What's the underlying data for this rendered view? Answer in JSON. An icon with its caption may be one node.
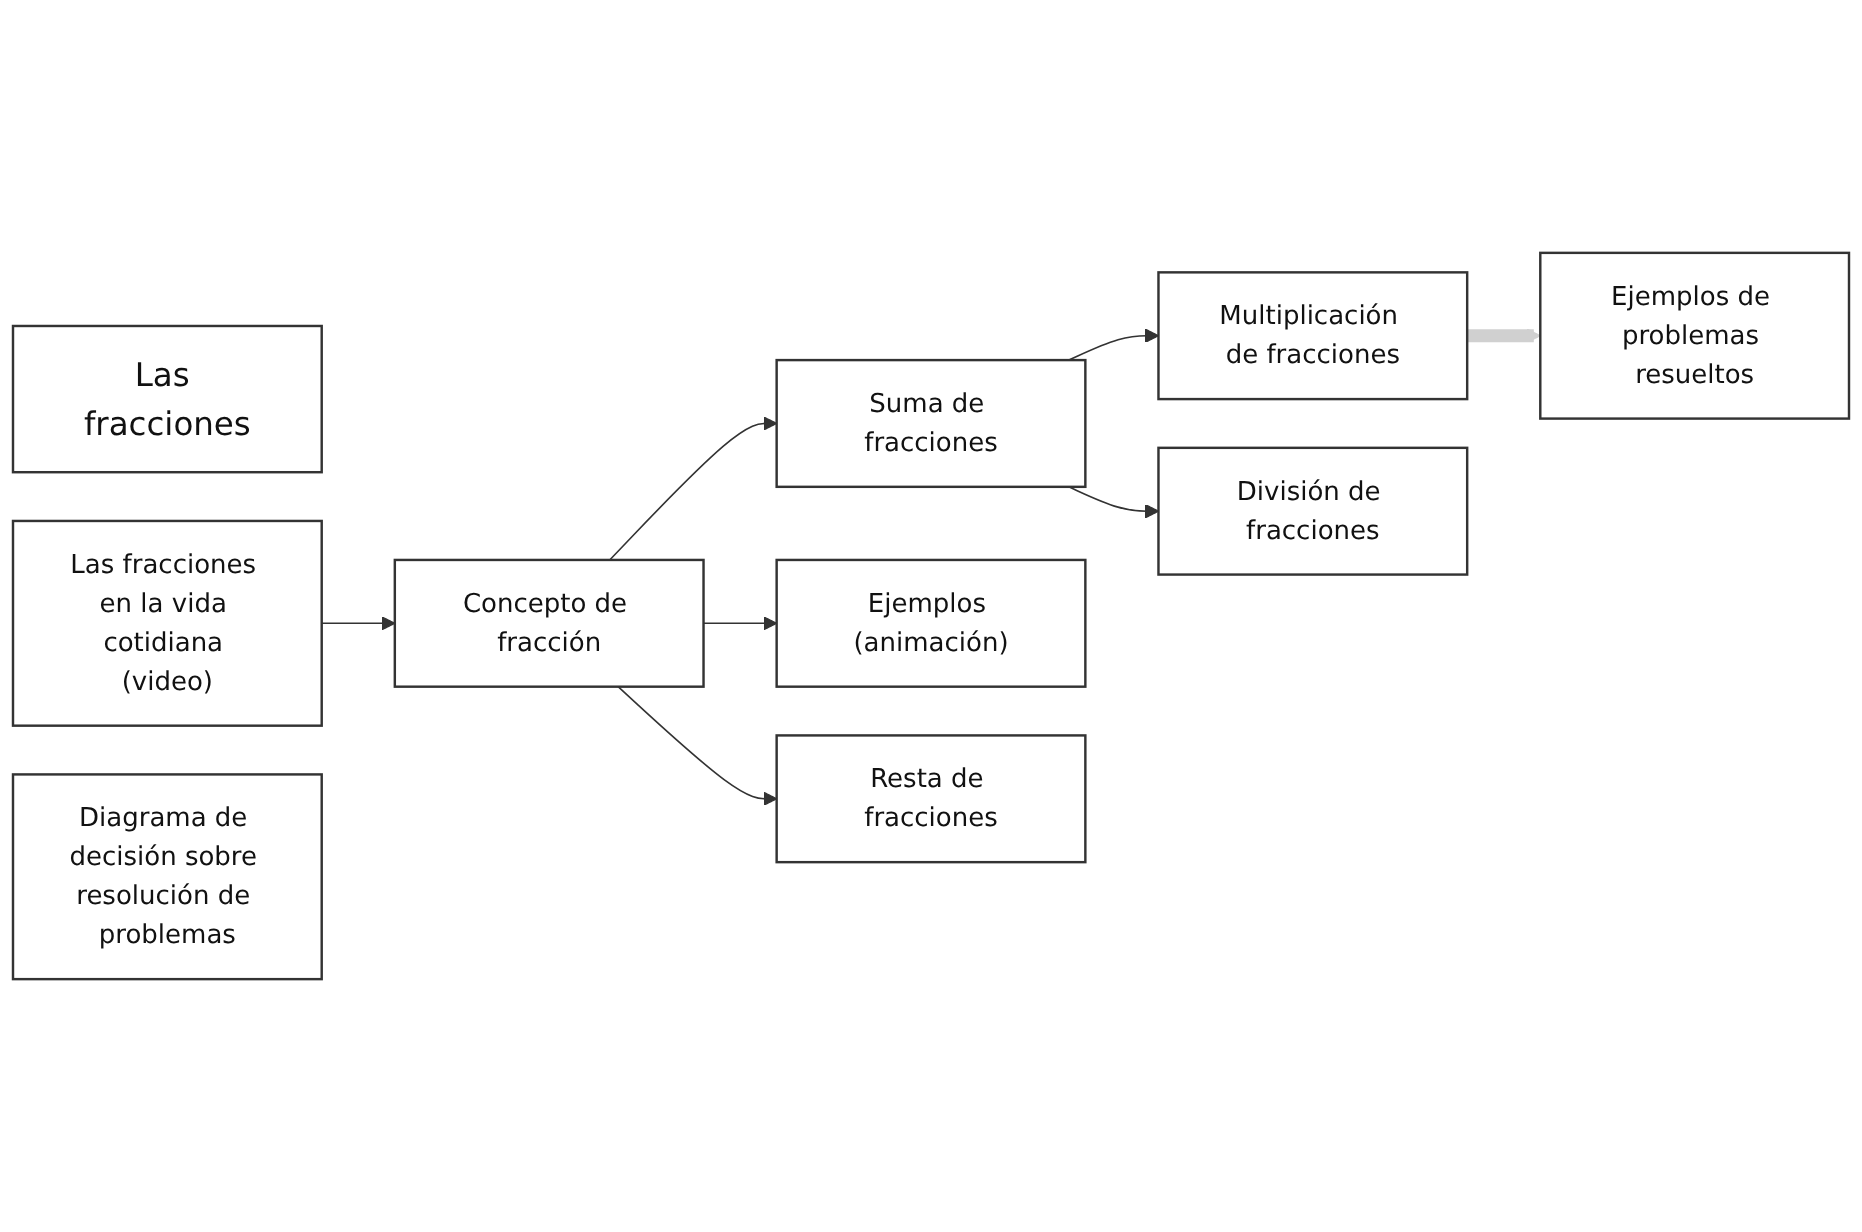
{
  "diagram": {
    "nodes": [
      {
        "text": [
          "Las fracciones"
        ]
      },
      {
        "text": [
          "Las fracciones en la vida cotidiana (video)"
        ]
      },
      {
        "text": [
          "Concepto de fracción"
        ]
      },
      {
        "text": [
          "Suma de fracciones"
        ]
      },
      {
        "text": [
          "Multiplicación de fracciones"
        ]
      },
      {
        "text": [
          "Ejemplos de problemas resueltos"
        ]
      },
      {
        "text": [
          "Ejemplos (animación)"
        ]
      },
      {
        "text": [
          "Resta de fracciones"
        ]
      },
      {
        "text": [
          "División de fracciones"
        ]
      },
      {
        "text": [
          "Diagrama de decisión sobre resolución de problemas"
        ]
      }
    ],
    "edges": [
      {
        "from": 1,
        "to": 2,
        "arrow": "to"
      },
      {
        "from": 2,
        "to": 3,
        "arrow": "to"
      },
      {
        "from": 3,
        "to": 4,
        "arrow": "to"
      },
      {
        "from": 4,
        "to": 5,
        "arrow": "to",
        "style": "thick",
        "color": "#d0d0d0"
      },
      {
        "from": 2,
        "to": 6,
        "arrow": "to"
      },
      {
        "from": 2,
        "to": 7,
        "arrow": "to"
      },
      {
        "from": 3,
        "to": 8,
        "arrow": "to"
      }
    ]
  }
}
